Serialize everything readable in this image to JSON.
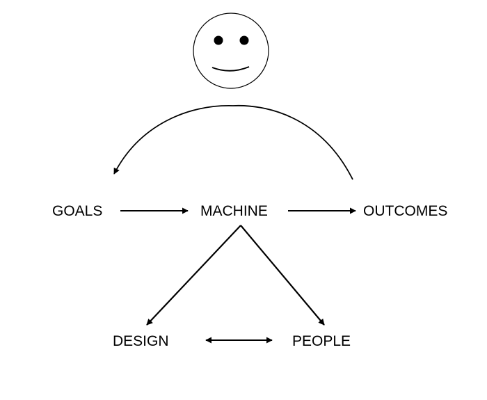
{
  "diagram": {
    "nodes": {
      "goals": "GOALS",
      "machine": "MACHINE",
      "outcomes": "OUTCOMES",
      "design": "DESIGN",
      "people": "PEOPLE"
    },
    "icons": {
      "observer": "smiley-face-icon"
    },
    "colors": {
      "ink": "#000000",
      "background": "#ffffff"
    }
  }
}
